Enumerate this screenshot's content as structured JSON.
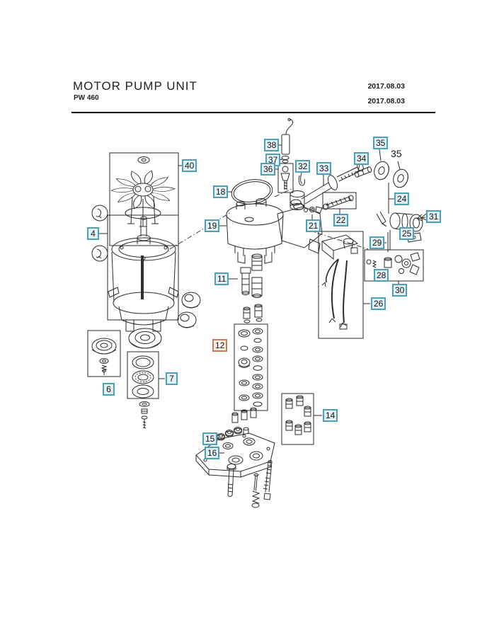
{
  "header": {
    "title": "MOTOR PUMP UNIT",
    "model": "PW 460",
    "date_top": "2017.08.03",
    "date_bottom": "2017.08.03"
  },
  "callouts": {
    "c4": "4",
    "c6": "6",
    "c7": "7",
    "c11": "11",
    "c12": "12",
    "c14": "14",
    "c15": "15",
    "c16": "16",
    "c18": "18",
    "c19": "19",
    "c21": "21",
    "c22": "22",
    "c24": "24",
    "c25": "25",
    "c26": "26",
    "c28": "28",
    "c29": "29",
    "c30": "30",
    "c31": "31",
    "c32": "32",
    "c33": "33",
    "c34": "34",
    "c35": "35",
    "c35_plain": "35",
    "c36": "36",
    "c37": "37",
    "c38": "38",
    "c40": "40"
  },
  "colors": {
    "callout_border": "#4aa2b4",
    "callout_fill": "#e3f1f6",
    "highlight_border": "#cd7b54",
    "highlight_fill": "#faf0e9",
    "ink": "#2d2a27"
  }
}
